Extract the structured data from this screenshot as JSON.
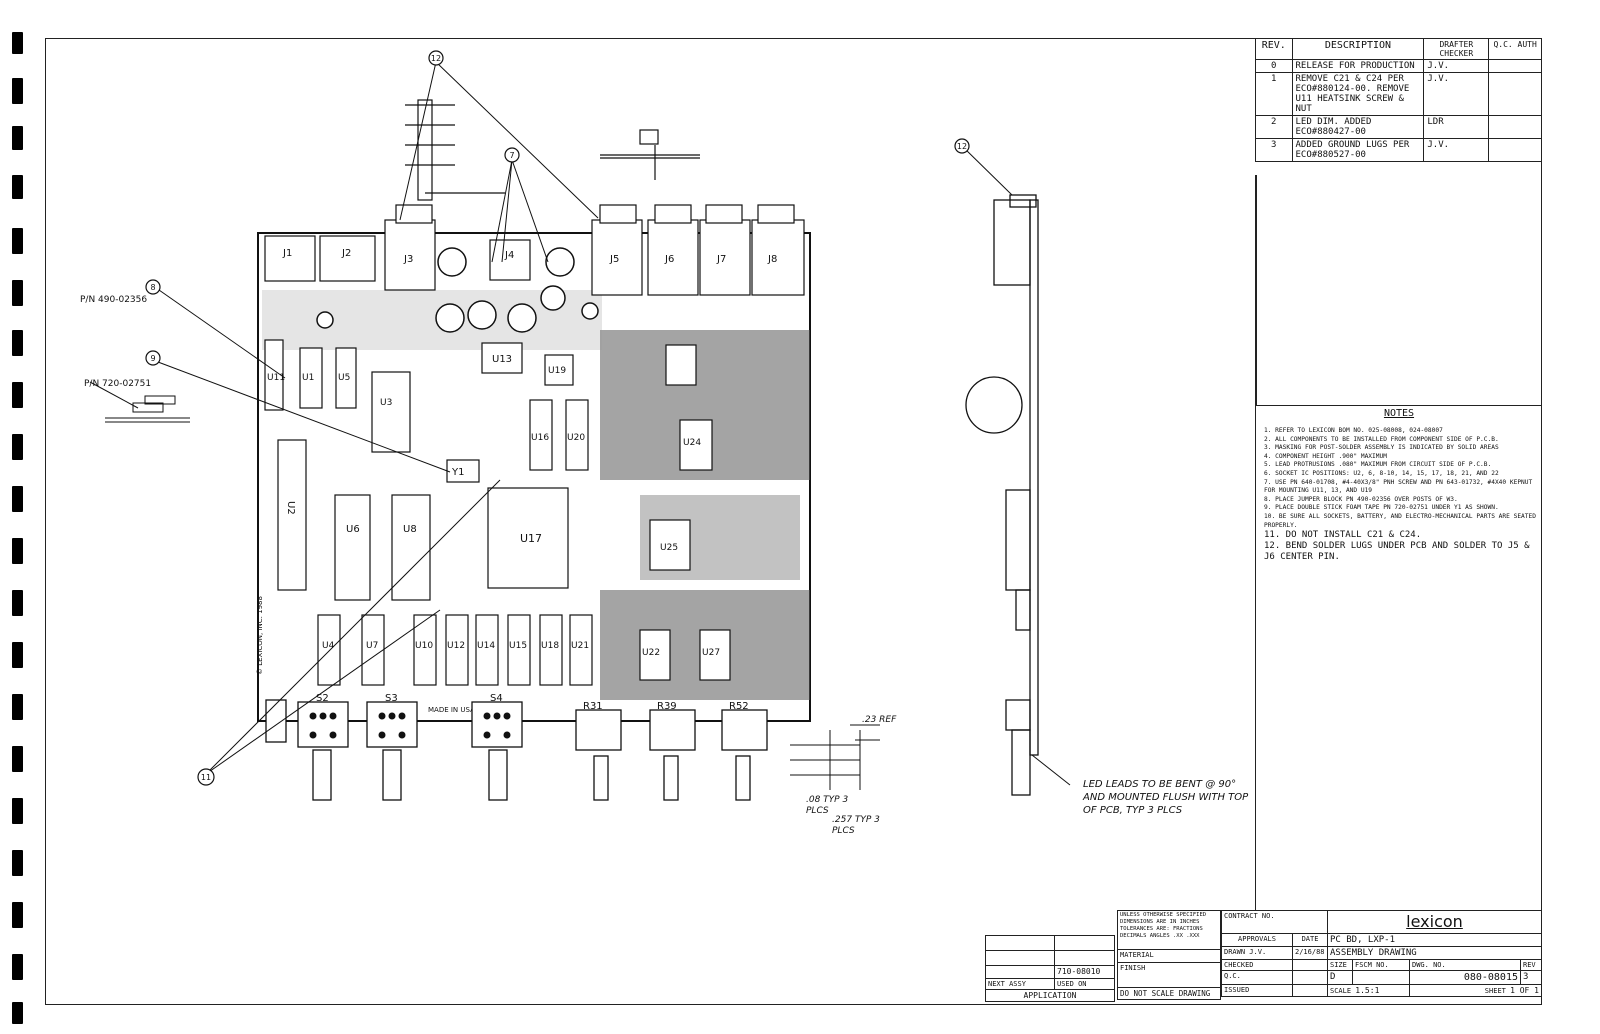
{
  "revisions": {
    "headers": {
      "rev": "REV.",
      "description": "DESCRIPTION",
      "drafter": "DRAFTER CHECKER",
      "qc": "Q.C. AUTH"
    },
    "rows": [
      {
        "rev": "0",
        "description": "RELEASE FOR PRODUCTION",
        "drafter": "J.V.",
        "qc": ""
      },
      {
        "rev": "1",
        "description": "REMOVE C21 & C24 PER ECO#880124-00. REMOVE U11 HEATSINK SCREW & NUT",
        "drafter": "J.V.",
        "qc": ""
      },
      {
        "rev": "2",
        "description": "LED DIM. ADDED ECO#880427-00",
        "drafter": "LDR",
        "qc": ""
      },
      {
        "rev": "3",
        "description": "ADDED GROUND LUGS PER ECO#880527-00",
        "drafter": "J.V.",
        "qc": ""
      }
    ]
  },
  "notes": {
    "title": "NOTES",
    "items": [
      "1. REFER TO LEXICON BOM NO. 025-08008, 024-08007",
      "2. ALL COMPONENTS TO BE INSTALLED FROM COMPONENT SIDE OF P.C.B.",
      "3. MASKING FOR POST-SOLDER ASSEMBLY IS INDICATED BY SOLID AREAS",
      "4. COMPONENT HEIGHT .900\" MAXIMUM",
      "5. LEAD PROTRUSIONS .080\" MAXIMUM FROM CIRCUIT SIDE OF P.C.B.",
      "6. SOCKET IC POSITIONS: U2, 6, 8-10, 14, 15, 17, 18, 21, AND 22",
      "7. USE PN 640-01708, #4-40X3/8\" PNH SCREW AND PN 643-01732, #4X40 KEPNUT FOR MOUNTING U11, 13, AND U19",
      "8. PLACE JUMPER BLOCK PN 490-02356 OVER POSTS OF W3.",
      "9. PLACE DOUBLE STICK FOAM TAPE PN 720-02751 UNDER Y1 AS SHOWN.",
      "10. BE SURE ALL SOCKETS, BATTERY, AND ELECTRO-MECHANICAL PARTS ARE SEATED PROPERLY.",
      "11. DO NOT INSTALL C21 & C24.",
      "12. BEND SOLDER LUGS UNDER PCB AND SOLDER TO J5 & J6 CENTER PIN."
    ]
  },
  "title_block": {
    "tolerances": "UNLESS OTHERWISE SPECIFIED DIMENSIONS ARE IN INCHES TOLERANCES ARE: FRACTIONS DECIMALS ANGLES .XX .XXX",
    "contract_no": "CONTRACT NO.",
    "company": "lexicon",
    "approvals": "APPROVALS",
    "date": "DATE",
    "drawn_label": "DRAWN",
    "drawn": "J.V.",
    "drawn_date": "2/16/88",
    "checked_label": "CHECKED",
    "qc_label": "Q.C.",
    "issued_label": "ISSUED",
    "title_line1": "PC BD, LXP-1",
    "title_line2": "ASSEMBLY DRAWING",
    "material": "MATERIAL",
    "finish": "FINISH",
    "size_label": "SIZE",
    "size": "D",
    "fscm_label": "FSCM NO.",
    "dwg_label": "DWG. NO.",
    "dwg_no": "080-08015",
    "rev_label": "REV",
    "rev": "3",
    "scale_label": "SCALE",
    "scale": "1.5:1",
    "sheet_label": "SHEET",
    "sheet": "1 OF 1",
    "used_on_value": "710-08010",
    "next_assy": "NEXT ASSY",
    "used_on": "USED ON",
    "application": "APPLICATION",
    "do_not_scale": "DO NOT SCALE DRAWING"
  },
  "callouts": {
    "pn_jumper": "P/N 490-02356",
    "pn_tape": "P/N 720-02751",
    "led_note": "LED LEADS TO BE BENT @ 90° AND MOUNTED FLUSH WITH TOP OF PCB, TYP 3 PLCS",
    "dim_23": ".23 REF",
    "dim_08": ".08 TYP 3 PLCS",
    "dim_257": ".257 TYP 3 PLCS",
    "balloon_12": "12",
    "balloon_7": "7",
    "balloon_8": "8",
    "balloon_9": "9",
    "balloon_11": "11"
  },
  "board": {
    "connectors": [
      "J1",
      "J2",
      "J3",
      "J4",
      "J5",
      "J6",
      "J7",
      "J8"
    ],
    "chips": [
      "U2",
      "U6",
      "U8",
      "U17",
      "U4",
      "U7",
      "U10",
      "U12",
      "U14",
      "U15",
      "U18",
      "U21",
      "U16",
      "U20",
      "U19",
      "U13",
      "U3",
      "U5",
      "U1",
      "U11",
      "Y1",
      "U25",
      "U24",
      "U27",
      "U22"
    ],
    "pots": [
      "S2",
      "S3",
      "S4",
      "R31",
      "R39",
      "R52"
    ],
    "copyright": "© LEXICON, INC. 1988",
    "made_in": "MADE IN USA"
  }
}
